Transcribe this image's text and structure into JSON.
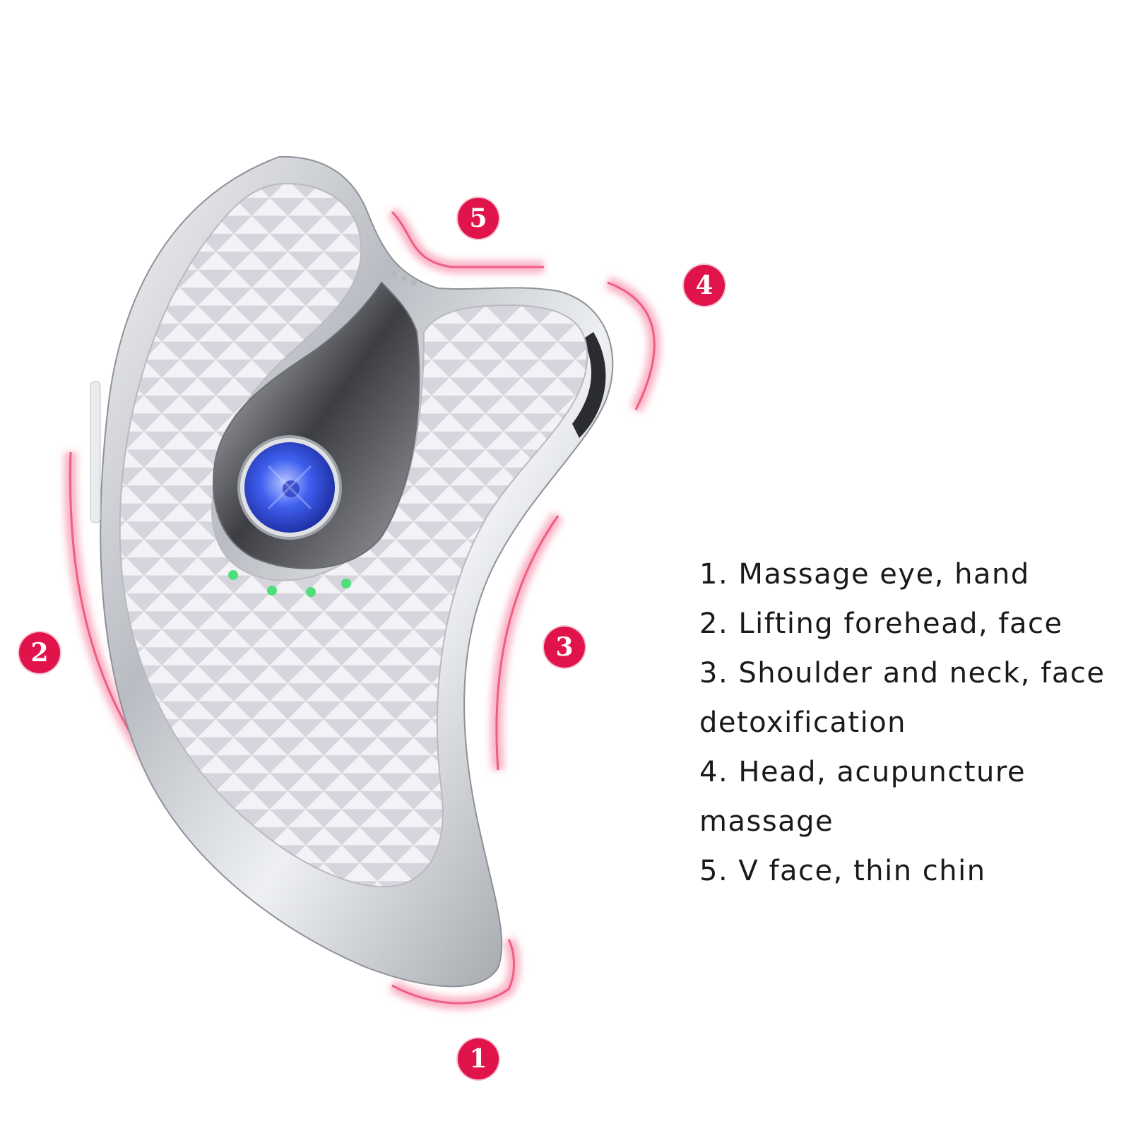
{
  "colors": {
    "badge": "#e0144a",
    "glow": "#f06a8c",
    "button": "#3a5ae8",
    "led": "#4de07a",
    "body": "#e6e4ea",
    "frame": "#c9cbd0"
  },
  "badges": [
    {
      "number": "5"
    },
    {
      "number": "4"
    },
    {
      "number": "2"
    },
    {
      "number": "3"
    },
    {
      "number": "1"
    }
  ],
  "features": [
    "1. Massage eye, hand",
    "2. Lifting forehead, face",
    "3. Shoulder and neck, face detoxification",
    "4. Head, acupuncture massage",
    "5. V face, thin chin"
  ],
  "device": {
    "icon": "gua-sha-massager-icon",
    "led_count": 4
  }
}
